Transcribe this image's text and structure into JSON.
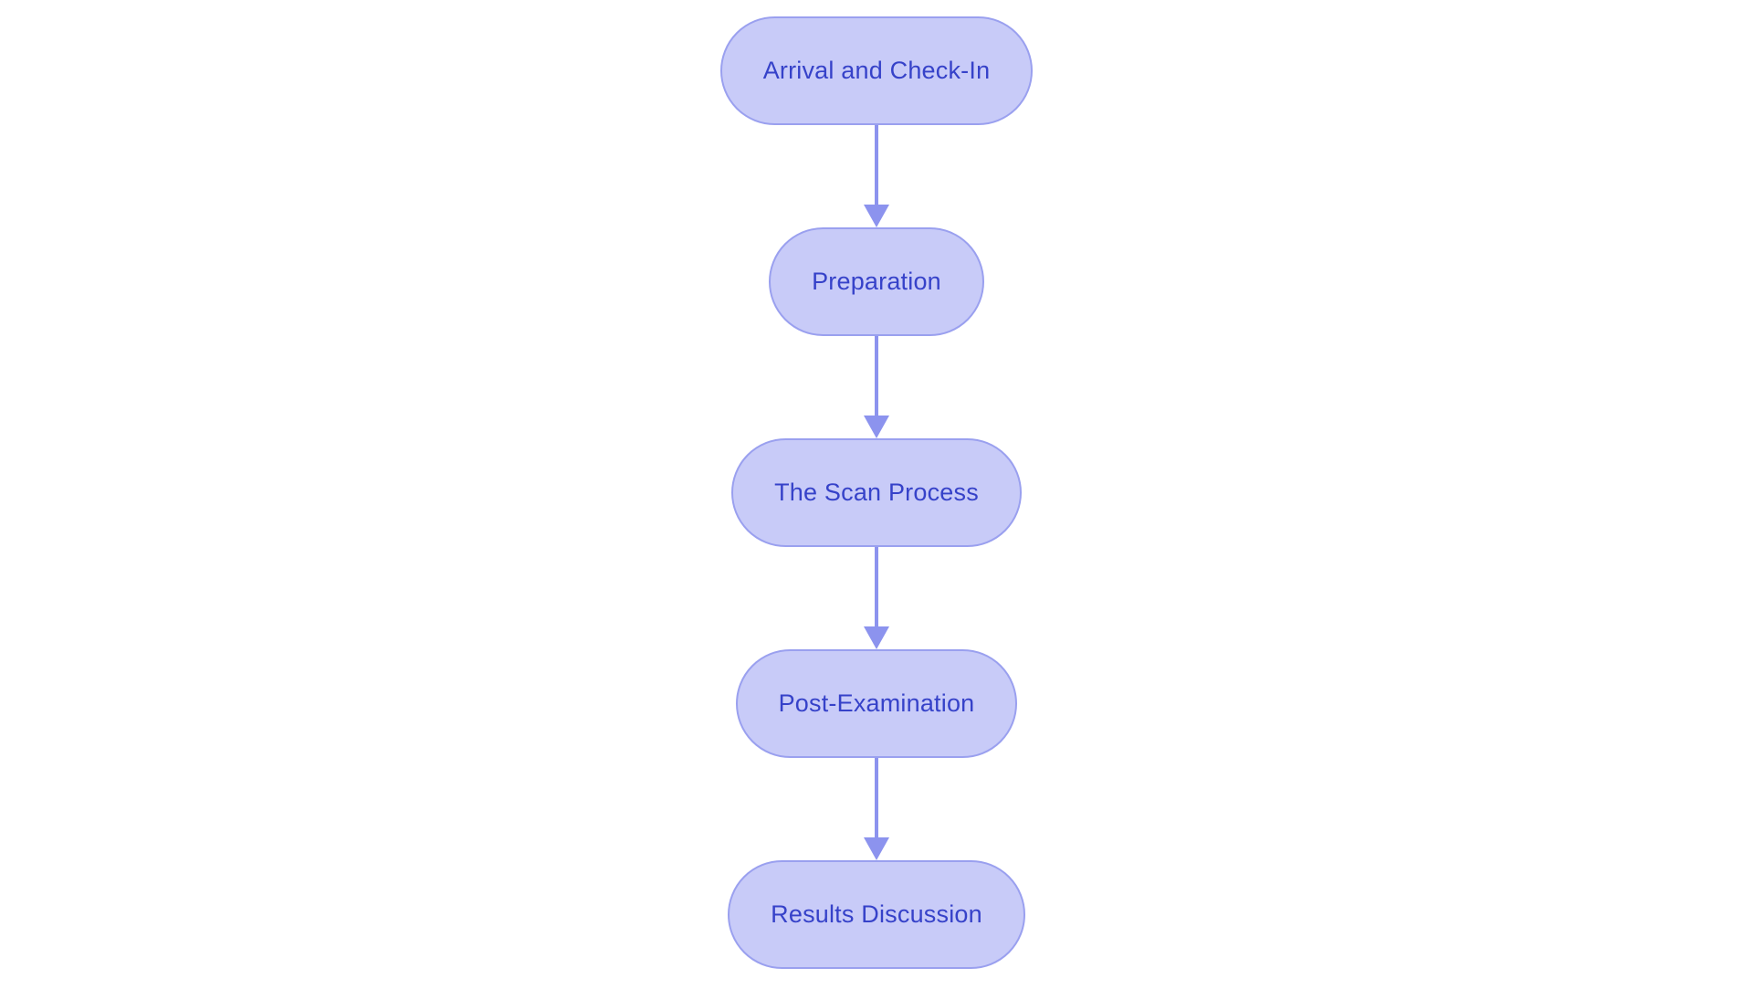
{
  "flowchart": {
    "type": "flowchart",
    "direction": "top-to-bottom",
    "nodes": [
      {
        "id": "arrival-check-in",
        "label": "Arrival and Check-In"
      },
      {
        "id": "preparation",
        "label": "Preparation"
      },
      {
        "id": "scan-process",
        "label": "The Scan Process"
      },
      {
        "id": "post-examination",
        "label": "Post-Examination"
      },
      {
        "id": "results-discussion",
        "label": "Results Discussion"
      }
    ],
    "edges": [
      {
        "from": "arrival-check-in",
        "to": "preparation"
      },
      {
        "from": "preparation",
        "to": "scan-process"
      },
      {
        "from": "scan-process",
        "to": "post-examination"
      },
      {
        "from": "post-examination",
        "to": "results-discussion"
      }
    ],
    "colors": {
      "background": "#ffffff",
      "node_fill": "#c8cbf8",
      "node_border": "#9aa0ef",
      "node_text": "#3642c9",
      "arrow": "#8c93ee"
    }
  }
}
